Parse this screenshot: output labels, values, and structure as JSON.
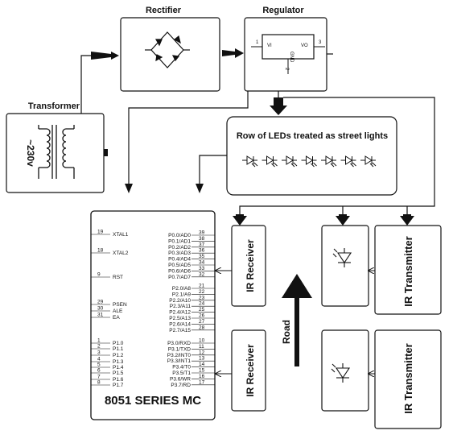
{
  "blocks": {
    "transformer": {
      "title": "Transformer",
      "voltage": "~230v"
    },
    "rectifier": {
      "title": "Rectifier"
    },
    "regulator": {
      "title": "Regulator",
      "pin_in": "1",
      "pin_out": "3",
      "pin_gnd": "2",
      "label_vi": "VI",
      "label_vo": "VO",
      "label_gnd": "GND"
    },
    "leds": {
      "title": "Row of LEDs treated as street lights",
      "count": 7
    },
    "mcu": {
      "title": "8051 SERIES MC",
      "left_pins": [
        {
          "num": "19",
          "name": "XTAL1"
        },
        {
          "num": "18",
          "name": "XTAL2"
        },
        {
          "num": "9",
          "name": "RST"
        },
        {
          "num": "29",
          "name": "PSEN"
        },
        {
          "num": "30",
          "name": "ALE"
        },
        {
          "num": "31",
          "name": "EA"
        },
        {
          "num": "1",
          "name": "P1.0"
        },
        {
          "num": "2",
          "name": "P1.1"
        },
        {
          "num": "3",
          "name": "P1.2"
        },
        {
          "num": "4",
          "name": "P1.3"
        },
        {
          "num": "5",
          "name": "P1.4"
        },
        {
          "num": "6",
          "name": "P1.5"
        },
        {
          "num": "7",
          "name": "P1.6"
        },
        {
          "num": "8",
          "name": "P1.7"
        }
      ],
      "right_pins": [
        {
          "num": "39",
          "name": "P0.0/AD0"
        },
        {
          "num": "38",
          "name": "P0.1/AD1"
        },
        {
          "num": "37",
          "name": "P0.2/AD2"
        },
        {
          "num": "36",
          "name": "P0.3/AD3"
        },
        {
          "num": "35",
          "name": "P0.4/AD4"
        },
        {
          "num": "34",
          "name": "P0.5/AD5"
        },
        {
          "num": "33",
          "name": "P0.6/AD6"
        },
        {
          "num": "32",
          "name": "P0.7/AD7"
        },
        {
          "num": "21",
          "name": "P2.0/A8"
        },
        {
          "num": "22",
          "name": "P2.1/A9"
        },
        {
          "num": "23",
          "name": "P2.2/A10"
        },
        {
          "num": "24",
          "name": "P2.3/A11"
        },
        {
          "num": "25",
          "name": "P2.4/A12"
        },
        {
          "num": "26",
          "name": "P2.5/A13"
        },
        {
          "num": "27",
          "name": "P2.6/A14"
        },
        {
          "num": "28",
          "name": "P2.7/A15"
        },
        {
          "num": "10",
          "name": "P3.0/RXD"
        },
        {
          "num": "11",
          "name": "P3.1/TXD"
        },
        {
          "num": "12",
          "name": "P3.2/INT0"
        },
        {
          "num": "13",
          "name": "P3.3/INT1"
        },
        {
          "num": "14",
          "name": "P3.4/T0"
        },
        {
          "num": "15",
          "name": "P3.5/T1"
        },
        {
          "num": "16",
          "name": "P3.6/WR"
        },
        {
          "num": "17",
          "name": "P3.7/RD"
        }
      ]
    },
    "ir_receiver_1": {
      "title": "IR Receiver"
    },
    "ir_receiver_2": {
      "title": "IR Receiver"
    },
    "ir_transmitter_1": {
      "title": "IR Transmitter"
    },
    "ir_transmitter_2": {
      "title": "IR Transmitter"
    },
    "road": {
      "title": "Road"
    }
  }
}
